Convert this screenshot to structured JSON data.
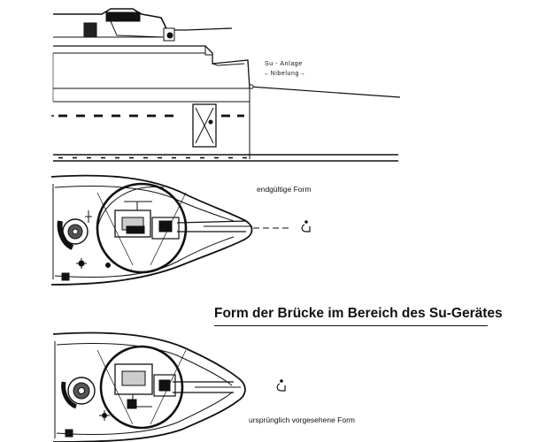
{
  "labels": {
    "su_anlage": "Su - Anlage",
    "nibelung": "←Nibelung→",
    "final_form": "endgültige Form",
    "main_title": "Form der Brücke im Bereich des Su-Gerätes",
    "original_form": "ursprünglich vorgesehene Form"
  },
  "colors": {
    "ink": "#111111",
    "paper": "#ffffff",
    "shade": "#9a9a9a"
  }
}
